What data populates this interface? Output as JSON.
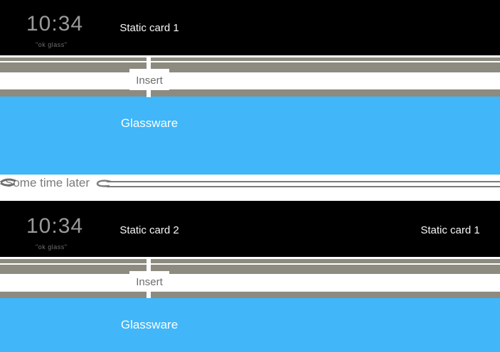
{
  "colors": {
    "glassware_blue": "#41b6f8",
    "timeline_gray": "#8d8a80",
    "card_black": "#000000",
    "separator_gray": "#7a7a7a"
  },
  "scene1": {
    "timeline_card": {
      "clock": "10:34",
      "hotword": "\"ok glass\"",
      "static_labels": [
        {
          "text": "Static card 1"
        }
      ]
    },
    "insert_label": "Insert",
    "glassware_label": "Glassware"
  },
  "separator": {
    "text": "Some time later"
  },
  "scene2": {
    "timeline_card": {
      "clock": "10:34",
      "hotword": "\"ok glass\"",
      "static_labels": [
        {
          "text": "Static card 2"
        },
        {
          "text": "Static card 1"
        }
      ]
    },
    "insert_label": "Insert",
    "glassware_label": "Glassware"
  }
}
